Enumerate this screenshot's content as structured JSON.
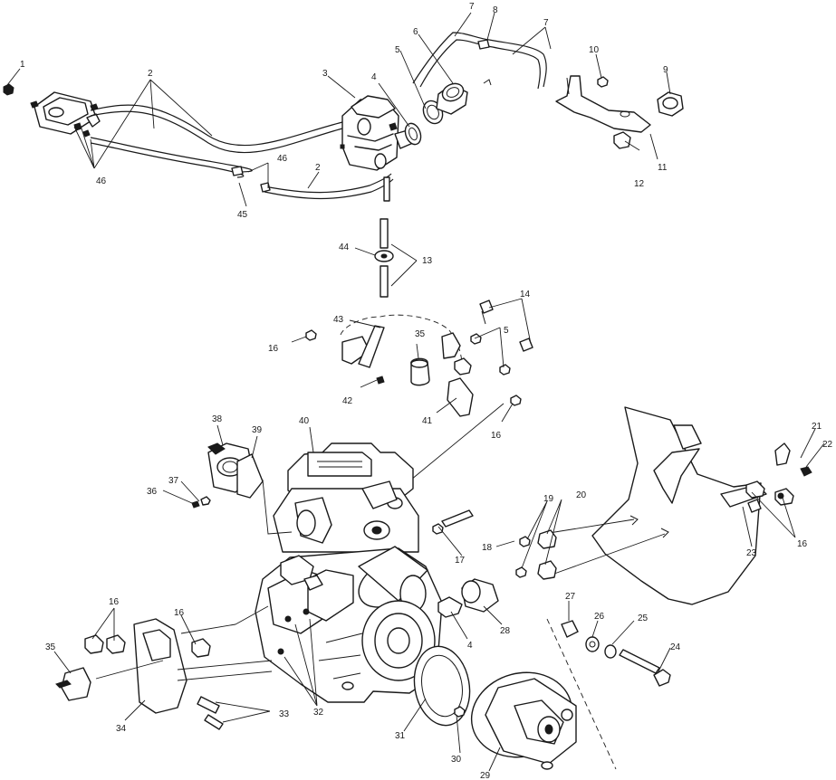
{
  "colors": {
    "ink": "#1a1a1a",
    "paper": "#ffffff"
  },
  "callouts": [
    {
      "id": "c1",
      "text": "1"
    },
    {
      "id": "c2a",
      "text": "2"
    },
    {
      "id": "c2b",
      "text": "2"
    },
    {
      "id": "c3",
      "text": "3"
    },
    {
      "id": "c4a",
      "text": "4"
    },
    {
      "id": "c5a",
      "text": "5"
    },
    {
      "id": "c6",
      "text": "6"
    },
    {
      "id": "c7a",
      "text": "7"
    },
    {
      "id": "c8",
      "text": "8"
    },
    {
      "id": "c7b",
      "text": "7"
    },
    {
      "id": "c10",
      "text": "10"
    },
    {
      "id": "c9",
      "text": "9"
    },
    {
      "id": "c11",
      "text": "11"
    },
    {
      "id": "c12",
      "text": "12"
    },
    {
      "id": "c46a",
      "text": "46"
    },
    {
      "id": "c46b",
      "text": "46"
    },
    {
      "id": "c45",
      "text": "45"
    },
    {
      "id": "c44",
      "text": "44"
    },
    {
      "id": "c13",
      "text": "13"
    },
    {
      "id": "c14",
      "text": "14"
    },
    {
      "id": "c5b",
      "text": "5"
    },
    {
      "id": "c43",
      "text": "43"
    },
    {
      "id": "c16a",
      "text": "16"
    },
    {
      "id": "c35a",
      "text": "35"
    },
    {
      "id": "c42",
      "text": "42"
    },
    {
      "id": "c41",
      "text": "41"
    },
    {
      "id": "c16b",
      "text": "16"
    },
    {
      "id": "c38",
      "text": "38"
    },
    {
      "id": "c39",
      "text": "39"
    },
    {
      "id": "c40",
      "text": "40"
    },
    {
      "id": "c37",
      "text": "37"
    },
    {
      "id": "c36",
      "text": "36"
    },
    {
      "id": "c21",
      "text": "21"
    },
    {
      "id": "c22",
      "text": "22"
    },
    {
      "id": "c19",
      "text": "19"
    },
    {
      "id": "c20",
      "text": "20"
    },
    {
      "id": "c18",
      "text": "18"
    },
    {
      "id": "c17",
      "text": "17"
    },
    {
      "id": "c23",
      "text": "23"
    },
    {
      "id": "c16c",
      "text": "16"
    },
    {
      "id": "c27",
      "text": "27"
    },
    {
      "id": "c26",
      "text": "26"
    },
    {
      "id": "c25",
      "text": "25"
    },
    {
      "id": "c24",
      "text": "24"
    },
    {
      "id": "c28",
      "text": "28"
    },
    {
      "id": "c4b",
      "text": "4"
    },
    {
      "id": "c16d",
      "text": "16"
    },
    {
      "id": "c16e",
      "text": "16"
    },
    {
      "id": "c35b",
      "text": "35"
    },
    {
      "id": "c34",
      "text": "34"
    },
    {
      "id": "c33",
      "text": "33"
    },
    {
      "id": "c32",
      "text": "32"
    },
    {
      "id": "c31",
      "text": "31"
    },
    {
      "id": "c30",
      "text": "30"
    },
    {
      "id": "c29",
      "text": "29"
    }
  ]
}
